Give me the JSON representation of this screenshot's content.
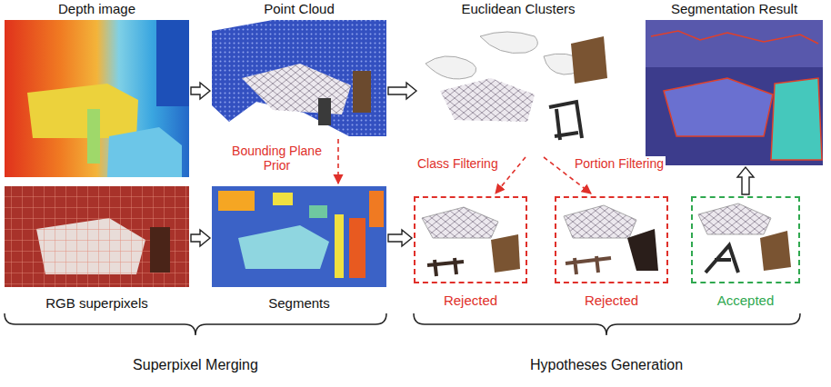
{
  "diagram": {
    "nodes": [
      {
        "text": [
          "Depth image"
        ]
      },
      {
        "text": [
          "Point Cloud"
        ]
      },
      {
        "text": [
          "Euclidean Clusters"
        ]
      },
      {
        "text": [
          "Segmentation Result"
        ]
      },
      {
        "text": [
          "RGB superpixels"
        ]
      },
      {
        "text": [
          "Segments"
        ]
      },
      {
        "text": [
          "Rejected"
        ]
      },
      {
        "text": [
          "Rejected"
        ]
      },
      {
        "text": [
          "Accepted"
        ]
      }
    ],
    "edges": [
      {
        "from": 0,
        "to": 1,
        "arrow": "to"
      },
      {
        "from": 1,
        "to": 2,
        "arrow": "to"
      },
      {
        "from": 4,
        "to": 5,
        "arrow": "to"
      },
      {
        "from": 5,
        "to": 6,
        "arrow": "to"
      },
      {
        "from": 8,
        "to": 3,
        "arrow": "to"
      },
      {
        "from": 1,
        "to": 5,
        "label": "Bounding Plane Prior",
        "arrow": "to"
      },
      {
        "from": 2,
        "to": 6,
        "label": "Class Filtering",
        "arrow": "to"
      },
      {
        "from": 2,
        "to": 7,
        "label": "Portion Filtering",
        "arrow": "to"
      }
    ],
    "labels": [
      "Superpixel Merging",
      "Hypotheses Generation"
    ]
  }
}
